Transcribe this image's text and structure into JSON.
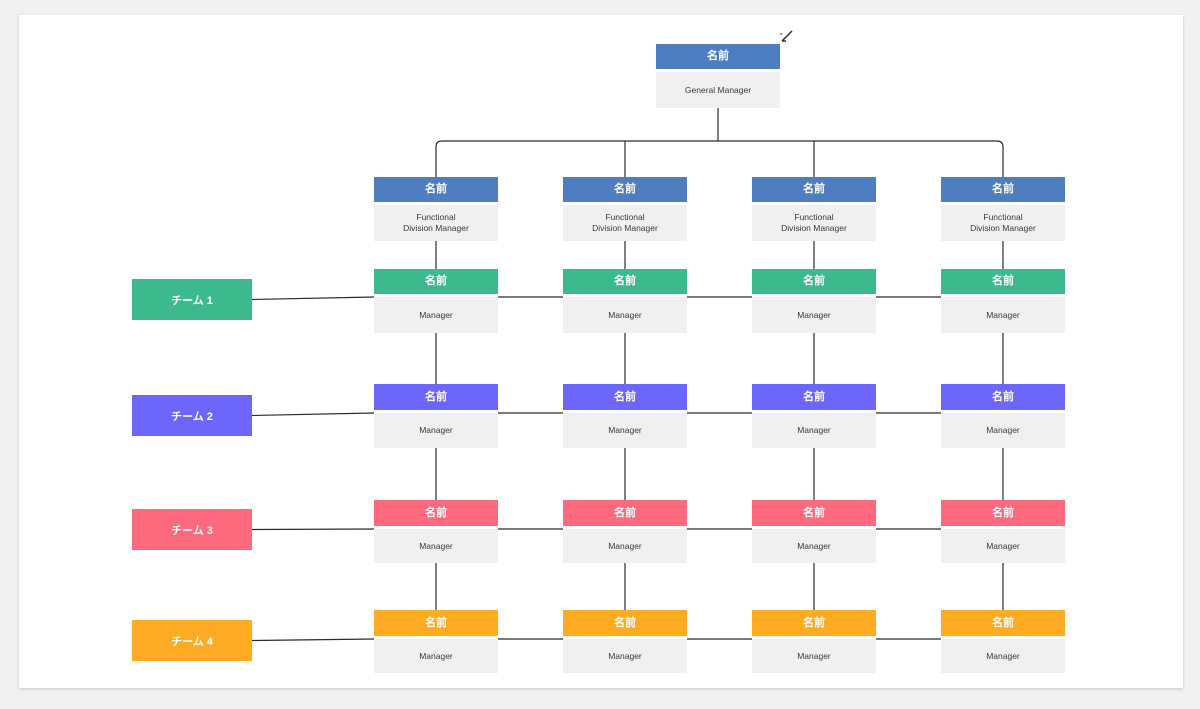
{
  "colors": {
    "top": "#4f7dc1",
    "division": "#4f7dc1",
    "team1": "#3cba8e",
    "team2": "#6c66fb",
    "team3": "#fd6a7e",
    "team4": "#fcab22",
    "line": "#2b2b2b"
  },
  "icons": {
    "cursor": "pen-cursor-icon"
  },
  "general_manager": {
    "name": "名前",
    "title": "General Manager"
  },
  "divisions": [
    {
      "name": "名前",
      "title": "Functional\nDivision Manager"
    },
    {
      "name": "名前",
      "title": "Functional\nDivision Manager"
    },
    {
      "name": "名前",
      "title": "Functional\nDivision Manager"
    },
    {
      "name": "名前",
      "title": "Functional\nDivision Manager"
    }
  ],
  "teams": [
    {
      "label": "チーム 1",
      "color_key": "team1",
      "members": [
        {
          "name": "名前",
          "title": "Manager"
        },
        {
          "name": "名前",
          "title": "Manager"
        },
        {
          "name": "名前",
          "title": "Manager"
        },
        {
          "name": "名前",
          "title": "Manager"
        }
      ]
    },
    {
      "label": "チーム 2",
      "color_key": "team2",
      "members": [
        {
          "name": "名前",
          "title": "Manager"
        },
        {
          "name": "名前",
          "title": "Manager"
        },
        {
          "name": "名前",
          "title": "Manager"
        },
        {
          "name": "名前",
          "title": "Manager"
        }
      ]
    },
    {
      "label": "チーム 3",
      "color_key": "team3",
      "members": [
        {
          "name": "名前",
          "title": "Manager"
        },
        {
          "name": "名前",
          "title": "Manager"
        },
        {
          "name": "名前",
          "title": "Manager"
        },
        {
          "name": "名前",
          "title": "Manager"
        }
      ]
    },
    {
      "label": "チーム 4",
      "color_key": "team4",
      "members": [
        {
          "name": "名前",
          "title": "Manager"
        },
        {
          "name": "名前",
          "title": "Manager"
        },
        {
          "name": "名前",
          "title": "Manager"
        },
        {
          "name": "名前",
          "title": "Manager"
        }
      ]
    }
  ]
}
